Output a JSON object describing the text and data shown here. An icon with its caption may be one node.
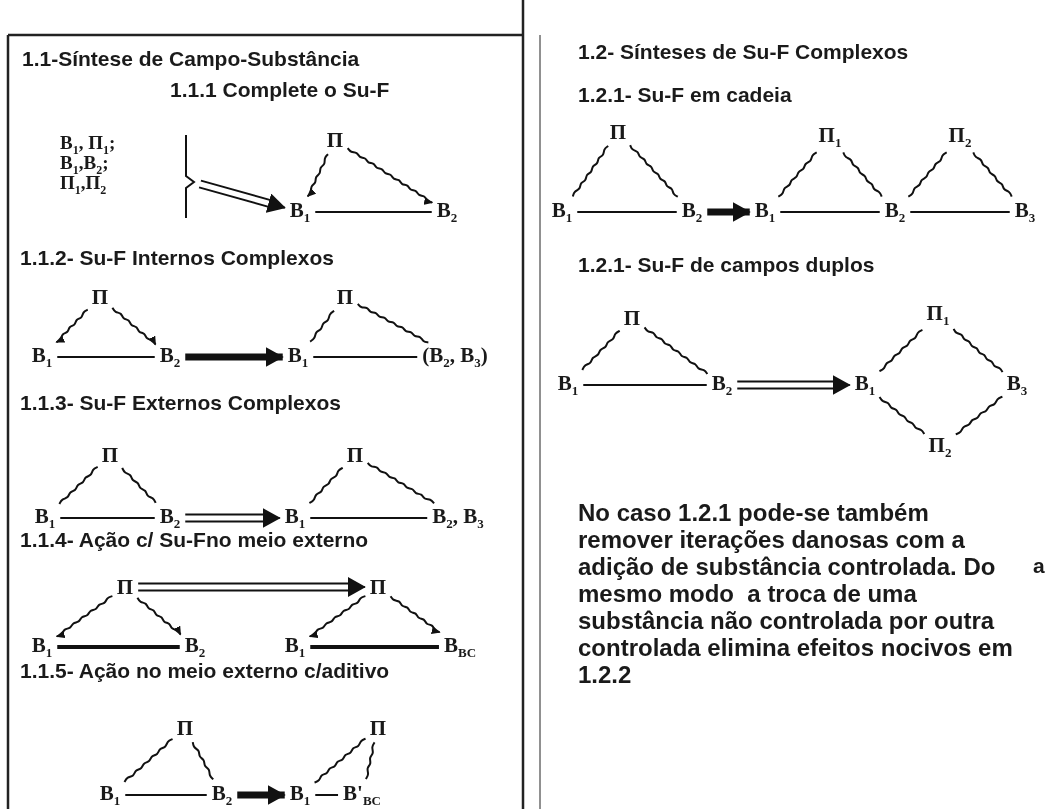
{
  "diagram": {
    "nodes": [
      {
        "text": [
          "П"
        ]
      },
      {
        "text": [
          "В$_{1}$"
        ]
      },
      {
        "text": [
          "В$_{2}$"
        ]
      },
      {
        "text": [
          "П"
        ]
      },
      {
        "text": [
          "В$_{1}$"
        ]
      },
      {
        "text": [
          "В$_{2}$"
        ]
      },
      {
        "text": [
          "П"
        ]
      },
      {
        "text": [
          "В$_{1}$"
        ]
      },
      {
        "text": [
          "(В$_{2}$, В$_{3}$)"
        ]
      },
      {
        "text": [
          "П"
        ]
      },
      {
        "text": [
          "В$_{1}$"
        ]
      },
      {
        "text": [
          "В$_{2}$"
        ]
      },
      {
        "text": [
          "П"
        ]
      },
      {
        "text": [
          "В$_{1}$"
        ]
      },
      {
        "text": [
          "В$_{2}$, В$_{3}$"
        ]
      },
      {
        "text": [
          "П"
        ]
      },
      {
        "text": [
          "В$_{1}$"
        ]
      },
      {
        "text": [
          "В$_{2}$"
        ]
      },
      {
        "text": [
          "П"
        ]
      },
      {
        "text": [
          "В$_{1}$"
        ]
      },
      {
        "text": [
          "В$_{BC}$"
        ]
      },
      {
        "text": [
          "П"
        ]
      },
      {
        "text": [
          "В$_{1}$"
        ]
      },
      {
        "text": [
          "В$_{2}$"
        ]
      },
      {
        "text": [
          "П"
        ]
      },
      {
        "text": [
          "В$_{1}$"
        ]
      },
      {
        "text": [
          "В'$_{BC}$"
        ]
      },
      {
        "text": [
          "П"
        ]
      },
      {
        "text": [
          "В$_{1}$"
        ]
      },
      {
        "text": [
          "В$_{2}$"
        ]
      },
      {
        "text": [
          "П$_{1}$"
        ]
      },
      {
        "text": [
          "В$_{1}$"
        ]
      },
      {
        "text": [
          "В$_{2}$"
        ]
      },
      {
        "text": [
          "П$_{2}$"
        ]
      },
      {
        "text": [
          "В$_{3}$"
        ]
      },
      {
        "text": [
          "П"
        ]
      },
      {
        "text": [
          "В$_{1}$"
        ]
      },
      {
        "text": [
          "В$_{2}$"
        ]
      },
      {
        "text": [
          "В$_{1}$"
        ]
      },
      {
        "text": [
          "П$_{1}$"
        ]
      },
      {
        "text": [
          "В$_{3}$"
        ]
      },
      {
        "text": [
          "П$_{2}$"
        ]
      }
    ],
    "edges": [
      {
        "from": 0,
        "to": 1,
        "arrow": "to"
      },
      {
        "from": 0,
        "to": 2,
        "arrow": "to"
      },
      {
        "from": 1,
        "to": 2,
        "arrow": "none"
      },
      {
        "from": null,
        "to": 1,
        "arrow": "to"
      },
      {
        "from": 3,
        "to": 4,
        "arrow": "to"
      },
      {
        "from": 3,
        "to": 5,
        "arrow": "to"
      },
      {
        "from": 4,
        "to": 5,
        "arrow": "none"
      },
      {
        "from": 5,
        "to": 7,
        "arrow": "to",
        "style": "thick"
      },
      {
        "from": 6,
        "to": 7,
        "arrow": "none"
      },
      {
        "from": 6,
        "to": 8,
        "arrow": "none"
      },
      {
        "from": 7,
        "to": 8,
        "arrow": "none"
      },
      {
        "from": 9,
        "to": 10,
        "arrow": "none"
      },
      {
        "from": 9,
        "to": 11,
        "arrow": "none"
      },
      {
        "from": 10,
        "to": 11,
        "arrow": "none"
      },
      {
        "from": 11,
        "to": 13,
        "arrow": "to"
      },
      {
        "from": 12,
        "to": 13,
        "arrow": "none"
      },
      {
        "from": 12,
        "to": 14,
        "arrow": "none"
      },
      {
        "from": 13,
        "to": 14,
        "arrow": "none"
      },
      {
        "from": 15,
        "to": 16,
        "arrow": "to"
      },
      {
        "from": 15,
        "to": 17,
        "arrow": "to"
      },
      {
        "from": 16,
        "to": 17,
        "arrow": "none",
        "style": "thick"
      },
      {
        "from": 15,
        "to": 18,
        "arrow": "to"
      },
      {
        "from": 18,
        "to": 19,
        "arrow": "to"
      },
      {
        "from": 18,
        "to": 20,
        "arrow": "to"
      },
      {
        "from": 19,
        "to": 20,
        "arrow": "none",
        "style": "thick"
      },
      {
        "from": 21,
        "to": 22,
        "arrow": "none"
      },
      {
        "from": 21,
        "to": 23,
        "arrow": "none"
      },
      {
        "from": 22,
        "to": 23,
        "arrow": "none"
      },
      {
        "from": 23,
        "to": 25,
        "arrow": "to",
        "style": "thick"
      },
      {
        "from": 24,
        "to": 25,
        "arrow": "none"
      },
      {
        "from": 24,
        "to": 26,
        "arrow": "none"
      },
      {
        "from": 25,
        "to": 26,
        "arrow": "none"
      },
      {
        "from": 27,
        "to": 28,
        "arrow": "none"
      },
      {
        "from": 27,
        "to": 29,
        "arrow": "none"
      },
      {
        "from": 28,
        "to": 29,
        "arrow": "none"
      },
      {
        "from": 29,
        "to": 31,
        "arrow": "to",
        "style": "thick"
      },
      {
        "from": 30,
        "to": 31,
        "arrow": "none"
      },
      {
        "from": 30,
        "to": 32,
        "arrow": "none"
      },
      {
        "from": 33,
        "to": 32,
        "arrow": "none"
      },
      {
        "from": 33,
        "to": 34,
        "arrow": "none"
      },
      {
        "from": 31,
        "to": 32,
        "arrow": "none"
      },
      {
        "from": 32,
        "to": 34,
        "arrow": "none"
      },
      {
        "from": 35,
        "to": 36,
        "arrow": "none"
      },
      {
        "from": 35,
        "to": 37,
        "arrow": "none"
      },
      {
        "from": 36,
        "to": 37,
        "arrow": "none"
      },
      {
        "from": 37,
        "to": 38,
        "arrow": "to"
      },
      {
        "from": 38,
        "to": 39,
        "arrow": "none"
      },
      {
        "from": 39,
        "to": 40,
        "arrow": "none"
      },
      {
        "from": 38,
        "to": 41,
        "arrow": "none"
      },
      {
        "from": 40,
        "to": 41,
        "arrow": "none"
      }
    ],
    "labels": [
      "1.1-Síntese de Campo-Substância",
      "1.1.1 Complete o Su-F",
      "В$_{1}$, П$_{1}$;",
      "В$_{1}$,В$_{2}$;",
      "П$_{1}$,П$_{2}$",
      "1.1.2- Su-F Internos Complexos",
      "1.1.3- Su-F Externos Complexos",
      "1.1.4- Ação c/ Su-Fno meio externo",
      "1.1.5- Ação no meio externo c/aditivo",
      "1.2- Sínteses de Su-F Complexos",
      "1.2.1-  Su-F em cadeia",
      "1.2.1-  Su-F de campos duplos",
      "No caso 1.2.1 pode-se também remover iterações danosas com a adição de substância controlada. Do mesmo modo  a troca de uma substância não controlada por outra controlada elimina efeitos nocivos em 1.2.2",
      "a"
    ]
  }
}
